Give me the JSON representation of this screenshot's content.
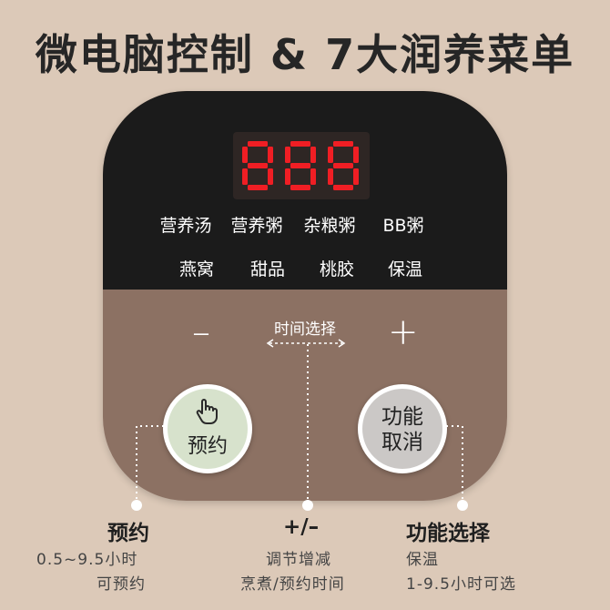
{
  "headline": "微电脑控制 & 7大润养菜单",
  "display": {
    "digits": "888",
    "digit_color": "#f01e24"
  },
  "modes": {
    "row1": [
      "营养汤",
      "营养粥",
      "杂粮粥",
      "BB粥"
    ],
    "row2": [
      "燕窝",
      "甜品",
      "桃胶",
      "保温"
    ]
  },
  "controls": {
    "minus": "–",
    "plus": "+",
    "time_select": "时间选择",
    "reserve_button": "预约",
    "cancel_line1": "功能",
    "cancel_line2": "取消"
  },
  "captions": {
    "reserve": {
      "title": "预约",
      "line1": "0.5~9.5小时",
      "line2": "可预约"
    },
    "adjust": {
      "title": "+/–",
      "line1": "调节增减",
      "line2": "烹煮/预约时间"
    },
    "function": {
      "title": "功能选择",
      "line1": "保温",
      "line2": "1-9.5小时可选"
    }
  },
  "colors": {
    "background": "#dcc9b8",
    "panel_top": "#1b1b1b",
    "panel_bottom": "#8c7163",
    "reserve_button": "#d7e2cc",
    "cancel_button": "#cbc8c6"
  },
  "icons": {
    "reserve": "hand-pointer-icon"
  }
}
